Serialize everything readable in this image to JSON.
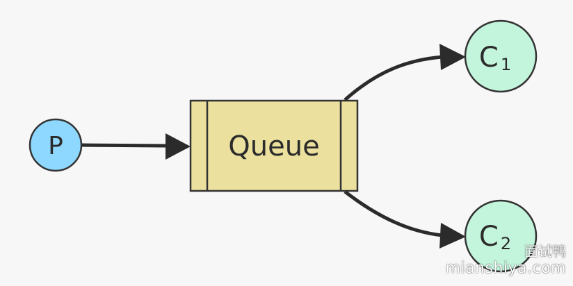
{
  "nodes": {
    "producer": {
      "label": "P",
      "fill": "#8ed8ff"
    },
    "queue": {
      "label": "Queue",
      "fill": "#ebe09e"
    },
    "consumer1": {
      "label": "C",
      "sub": "1",
      "fill": "#c3f5dc"
    },
    "consumer2": {
      "label": "C",
      "sub": "2",
      "fill": "#c3f5dc"
    }
  },
  "colors": {
    "stroke": "#333333",
    "edge": "#2b2b2b",
    "background": "#f7f7f7"
  },
  "watermark": {
    "name": "面试鸭",
    "url": "mianshiya.com"
  }
}
